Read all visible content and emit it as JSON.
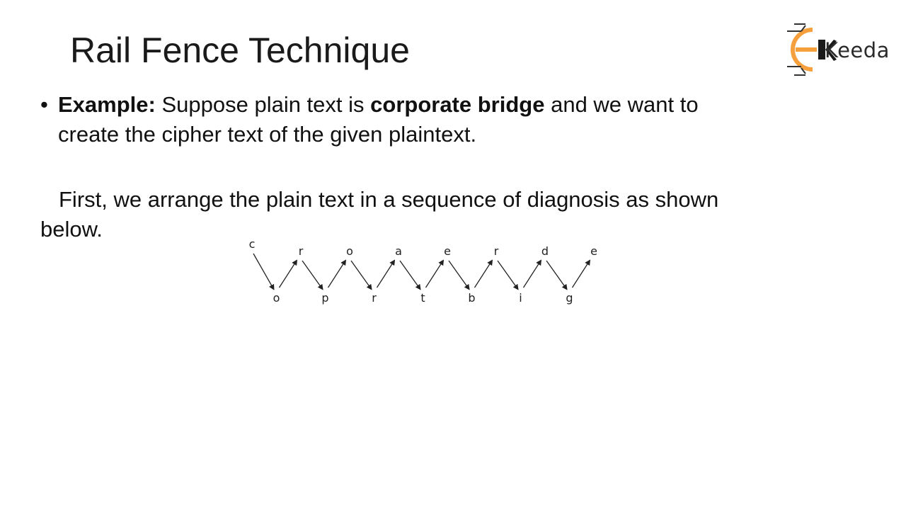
{
  "slide": {
    "title": "Rail Fence Technique"
  },
  "logo": {
    "text": "Keeda",
    "icon": "ekeeda-logo-icon"
  },
  "bullet": {
    "symbol": "•",
    "label": "Example:",
    "text_before": " Suppose plain text is ",
    "emphasis": "corporate bridge",
    "text_after": " and we want to",
    "line2": "create the cipher text of the given plaintext."
  },
  "paragraph": {
    "line1": "First, we arrange the plain text in a sequence of diagnosis as shown",
    "line2": "below."
  },
  "diagram": {
    "letters": [
      {
        "ch": "c",
        "row": "top"
      },
      {
        "ch": "o",
        "row": "bottom"
      },
      {
        "ch": "r",
        "row": "top"
      },
      {
        "ch": "p",
        "row": "bottom"
      },
      {
        "ch": "o",
        "row": "top"
      },
      {
        "ch": "r",
        "row": "bottom"
      },
      {
        "ch": "a",
        "row": "top"
      },
      {
        "ch": "t",
        "row": "bottom"
      },
      {
        "ch": "e",
        "row": "top"
      },
      {
        "ch": "b",
        "row": "bottom"
      },
      {
        "ch": "r",
        "row": "top"
      },
      {
        "ch": "i",
        "row": "bottom"
      },
      {
        "ch": "d",
        "row": "top"
      },
      {
        "ch": "g",
        "row": "bottom"
      },
      {
        "ch": "e",
        "row": "top"
      }
    ],
    "color": "#222222"
  }
}
